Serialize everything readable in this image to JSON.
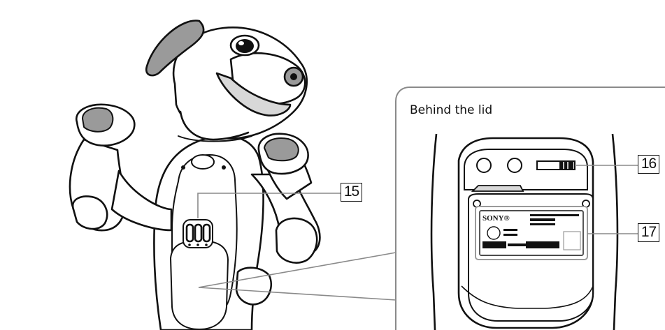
{
  "inset": {
    "title": "Behind the lid"
  },
  "callouts": {
    "c15": "15",
    "c16": "16",
    "c17": "17"
  },
  "label_brand": "SONY®",
  "colors": {
    "line": "#111111",
    "callout_line": "#8a8a8a",
    "shade": "#9a9a9a",
    "light_shade": "#d8d8d8",
    "background": "#ffffff"
  }
}
